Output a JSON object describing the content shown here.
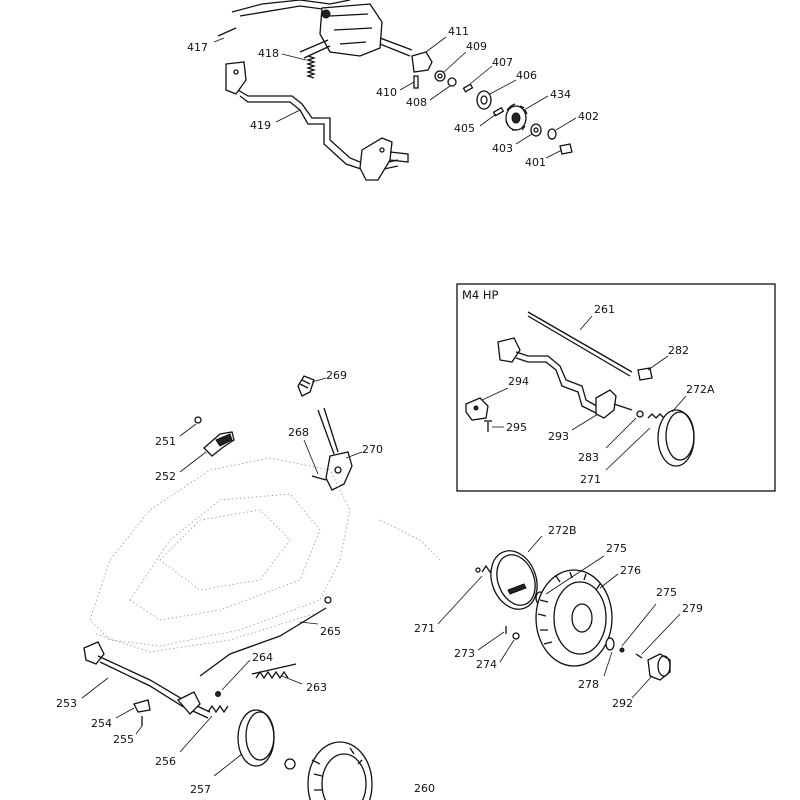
{
  "inset_box": {
    "title": "M4 HP"
  },
  "callouts": [
    {
      "id": "c417",
      "text": "417"
    },
    {
      "id": "c418",
      "text": "418"
    },
    {
      "id": "c411",
      "text": "411"
    },
    {
      "id": "c409",
      "text": "409"
    },
    {
      "id": "c410",
      "text": "410"
    },
    {
      "id": "c407",
      "text": "407"
    },
    {
      "id": "c408",
      "text": "408"
    },
    {
      "id": "c406",
      "text": "406"
    },
    {
      "id": "c419",
      "text": "419"
    },
    {
      "id": "c434",
      "text": "434"
    },
    {
      "id": "c405",
      "text": "405"
    },
    {
      "id": "c402",
      "text": "402"
    },
    {
      "id": "c403",
      "text": "403"
    },
    {
      "id": "c401",
      "text": "401"
    },
    {
      "id": "c261",
      "text": "261"
    },
    {
      "id": "c282",
      "text": "282"
    },
    {
      "id": "c294",
      "text": "294"
    },
    {
      "id": "c272a",
      "text": "272A"
    },
    {
      "id": "c295",
      "text": "295"
    },
    {
      "id": "c293",
      "text": "293"
    },
    {
      "id": "c283",
      "text": "283"
    },
    {
      "id": "c271a",
      "text": "271"
    },
    {
      "id": "c269",
      "text": "269"
    },
    {
      "id": "c268",
      "text": "268"
    },
    {
      "id": "c270",
      "text": "270"
    },
    {
      "id": "c251",
      "text": "251"
    },
    {
      "id": "c252",
      "text": "252"
    },
    {
      "id": "c272b",
      "text": "272B"
    },
    {
      "id": "c275a",
      "text": "275"
    },
    {
      "id": "c276",
      "text": "276"
    },
    {
      "id": "c271b",
      "text": "271"
    },
    {
      "id": "c275b",
      "text": "275"
    },
    {
      "id": "c279",
      "text": "279"
    },
    {
      "id": "c265",
      "text": "265"
    },
    {
      "id": "c273",
      "text": "273"
    },
    {
      "id": "c274",
      "text": "274"
    },
    {
      "id": "c278",
      "text": "278"
    },
    {
      "id": "c264",
      "text": "264"
    },
    {
      "id": "c263",
      "text": "263"
    },
    {
      "id": "c292",
      "text": "292"
    },
    {
      "id": "c253",
      "text": "253"
    },
    {
      "id": "c254",
      "text": "254"
    },
    {
      "id": "c255",
      "text": "255"
    },
    {
      "id": "c256",
      "text": "256"
    },
    {
      "id": "c257",
      "text": "257"
    },
    {
      "id": "c260",
      "text": "260"
    }
  ]
}
